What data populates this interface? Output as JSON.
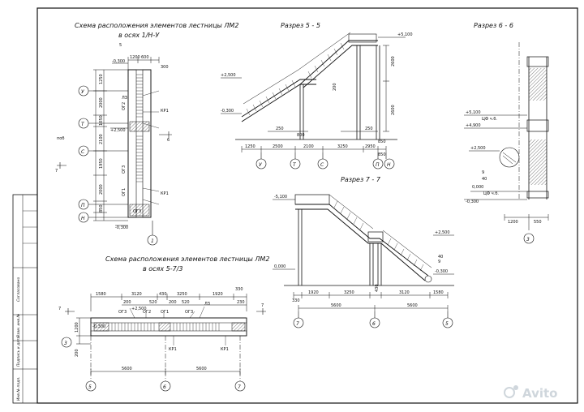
{
  "titles": {
    "plan_1_line1": "Схема расположения элементов лестницы ЛМ2",
    "plan_1_line2": "в осях 1/Н-У",
    "section_5": "Разрез 5 - 5",
    "section_6": "Разрез 6 - 6",
    "section_7": "Разрез 7 - 7",
    "plan_2_line1": "Схема расположения элементов лестницы ЛМ2",
    "plan_2_line2": "в осях 5-7/3"
  },
  "plan_1": {
    "top_dims": [
      "1200",
      "600",
      "300"
    ],
    "left_dims": [
      "1250",
      "2000",
      "1050",
      "2100",
      "1950",
      "2000",
      "850"
    ],
    "axes": [
      "У",
      "Т",
      "С",
      "П",
      "Н"
    ],
    "bottom_axis": "1",
    "section_mark_top": "5",
    "levels": [
      "-0,300",
      "+2,500",
      "-0,300"
    ],
    "labels": [
      "ЛЗ",
      "ОГ2",
      "ОГ3",
      "ОГ1",
      "КР1",
      "КР1",
      "ОГ3",
      "поб",
      "6",
      "7"
    ]
  },
  "section_5": {
    "levels_left": [
      "+2,500",
      "-0,300"
    ],
    "levels_right": [
      "+5,100"
    ],
    "inner_dims": [
      "250",
      "800",
      "250",
      "850"
    ],
    "bottom_dims": [
      "1250",
      "2500",
      "2100",
      "3250",
      "2950",
      "850"
    ],
    "vert_dims": [
      "2600",
      "200",
      "2600"
    ],
    "axes": [
      "У",
      "Т",
      "С",
      "П",
      "Н"
    ]
  },
  "section_6": {
    "levels": [
      "+5,100",
      "+4,900",
      "+2,500",
      "0,000",
      "-0,300"
    ],
    "notes": [
      "ЦФ ч.б.",
      "ЦФ ч.б.",
      "9",
      "40"
    ],
    "bottom_dims": [
      "1200",
      "550"
    ],
    "axis": "3"
  },
  "section_7": {
    "levels": [
      "-5,100",
      "+2,500",
      "0,000",
      "-0,300"
    ],
    "dims_row1": [
      "330",
      "1920",
      "3250",
      "430",
      "3120",
      "1580"
    ],
    "dims_row2": [
      "5600",
      "5600"
    ],
    "axes": [
      "7",
      "6",
      "5"
    ],
    "notes": [
      "40",
      "9"
    ]
  },
  "plan_2": {
    "top_dims": [
      "1580",
      "3120",
      "430",
      "3250",
      "1920",
      "330"
    ],
    "sub_dims": [
      "200",
      "520",
      "200",
      "520",
      "230"
    ],
    "left_dims": [
      "1200",
      "200"
    ],
    "levels": [
      "+2,500",
      "-0,300"
    ],
    "labels": [
      "ОГ3",
      "ОГ2",
      "ОГ1",
      "ЛЗ",
      "ОГ3",
      "КР1",
      "КР1"
    ],
    "bottom_dims": [
      "5600",
      "5600"
    ],
    "axes": [
      "5",
      "6",
      "7"
    ],
    "side_marks": [
      "7",
      "7",
      "3"
    ]
  },
  "stamp": {
    "entries": [
      "Согласовано",
      "Взам. инв.№",
      "Подпись и дата",
      "Инв.№ подл."
    ]
  },
  "watermark": "Avito"
}
